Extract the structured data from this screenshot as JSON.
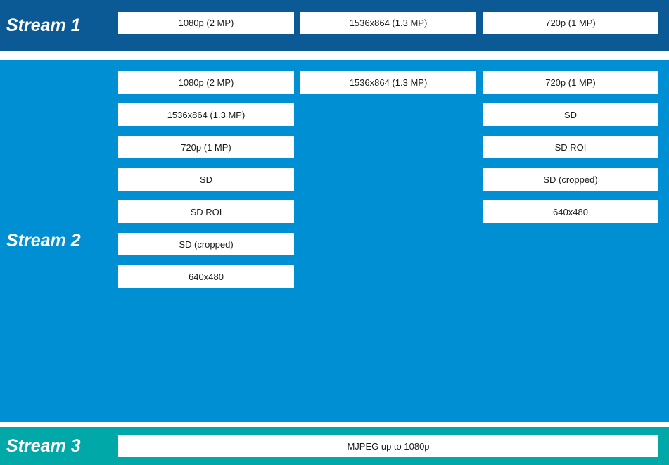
{
  "colors": {
    "stream1_band": "#0B5A96",
    "stream2_band": "#008FD2",
    "stream3_band": "#00A8A8",
    "box_bg": "#FFFFFF",
    "box_text": "#1A1A1A",
    "label_text": "#FFFFFF",
    "page_bg": "#FFFFFF"
  },
  "streams": {
    "stream1": {
      "label": "Stream 1",
      "boxes": [
        "1080p (2 MP)",
        "1536x864 (1.3 MP)",
        "720p (1 MP)"
      ]
    },
    "stream2": {
      "label": "Stream 2",
      "col1": [
        "1080p (2 MP)",
        "1536x864 (1.3 MP)",
        "720p (1 MP)",
        "SD",
        "SD ROI",
        "SD (cropped)",
        "640x480"
      ],
      "col2": [
        "1536x864 (1.3 MP)"
      ],
      "col3": [
        "720p (1 MP)",
        "SD",
        "SD ROI",
        "SD (cropped)",
        "640x480"
      ]
    },
    "stream3": {
      "label": "Stream 3",
      "boxes": [
        "MJPEG up to 1080p"
      ]
    }
  }
}
